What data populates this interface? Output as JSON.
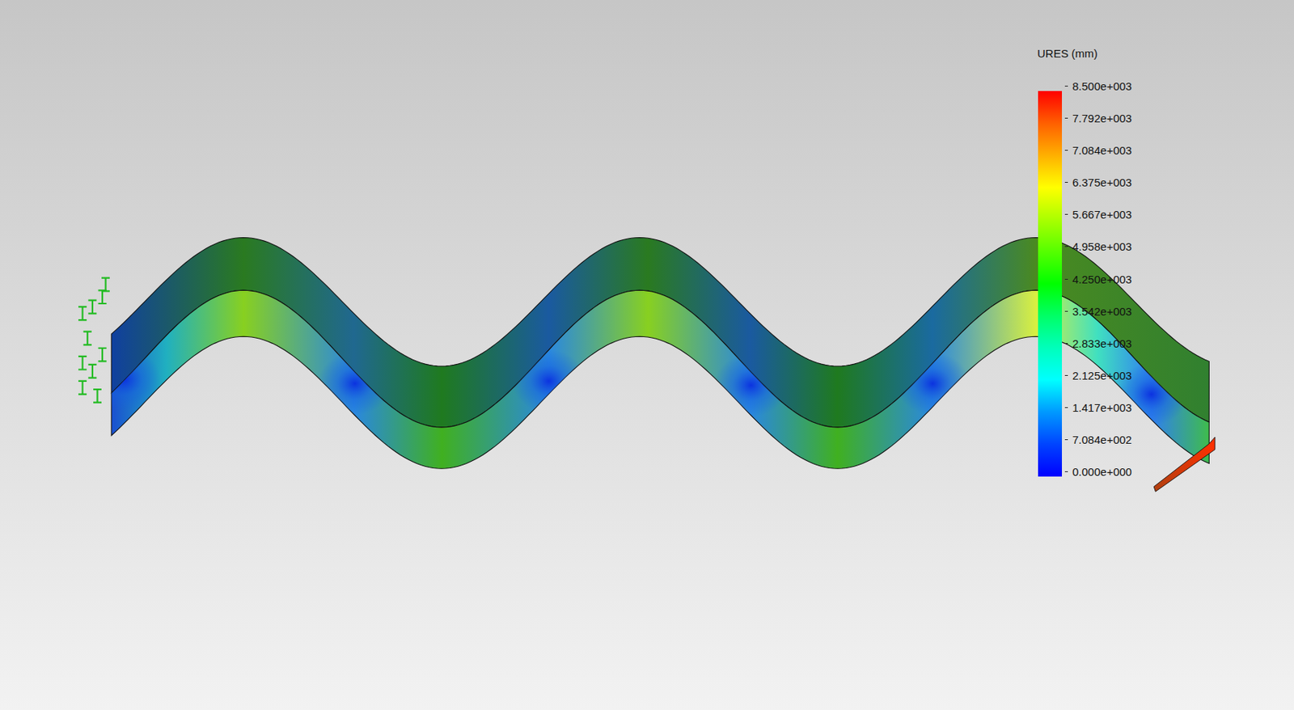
{
  "diagram": {
    "labels": [
      "URES (mm)"
    ],
    "legend": [
      {
        "text": "8.500e+003",
        "color": "#ff0000"
      },
      {
        "text": "7.792e+003",
        "color": "#ff6000"
      },
      {
        "text": "7.084e+003",
        "color": "#ffb000"
      },
      {
        "text": "6.375e+003",
        "color": "#ffff00"
      },
      {
        "text": "5.667e+003",
        "color": "#aaff00"
      },
      {
        "text": "4.958e+003",
        "color": "#55ff00"
      },
      {
        "text": "4.250e+003",
        "color": "#00ff00"
      },
      {
        "text": "3.542e+003",
        "color": "#00ff66"
      },
      {
        "text": "2.833e+003",
        "color": "#00ffbb"
      },
      {
        "text": "2.125e+003",
        "color": "#00ffff"
      },
      {
        "text": "1.417e+003",
        "color": "#0099ff"
      },
      {
        "text": "7.084e+002",
        "color": "#0044ff"
      },
      {
        "text": "0.000e+000",
        "color": "#0000ff"
      }
    ]
  }
}
